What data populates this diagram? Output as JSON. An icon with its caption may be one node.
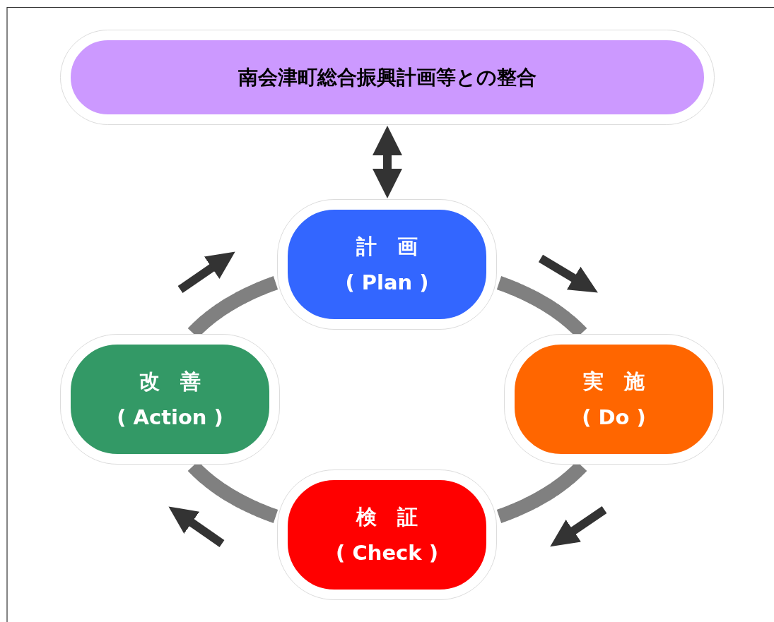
{
  "diagram": {
    "nodes": [
      {
        "text": [
          "南会津町総合振興計画等との整合"
        ]
      },
      {
        "text": [
          "計　画",
          "( Plan )"
        ]
      },
      {
        "text": [
          "実　施",
          "( Do )"
        ]
      },
      {
        "text": [
          "検　証",
          "( Check )"
        ]
      },
      {
        "text": [
          "改　善",
          "( Action )"
        ]
      }
    ],
    "edges": [
      {
        "from": 0,
        "to": 1,
        "arrow": "both"
      },
      {
        "from": 1,
        "to": 2,
        "arrow": "none",
        "color": "#808080"
      },
      {
        "from": 2,
        "to": 3,
        "arrow": "none",
        "color": "#808080"
      },
      {
        "from": 3,
        "to": 4,
        "arrow": "none",
        "color": "#808080"
      },
      {
        "from": 4,
        "to": 1,
        "arrow": "none",
        "color": "#808080"
      }
    ]
  }
}
